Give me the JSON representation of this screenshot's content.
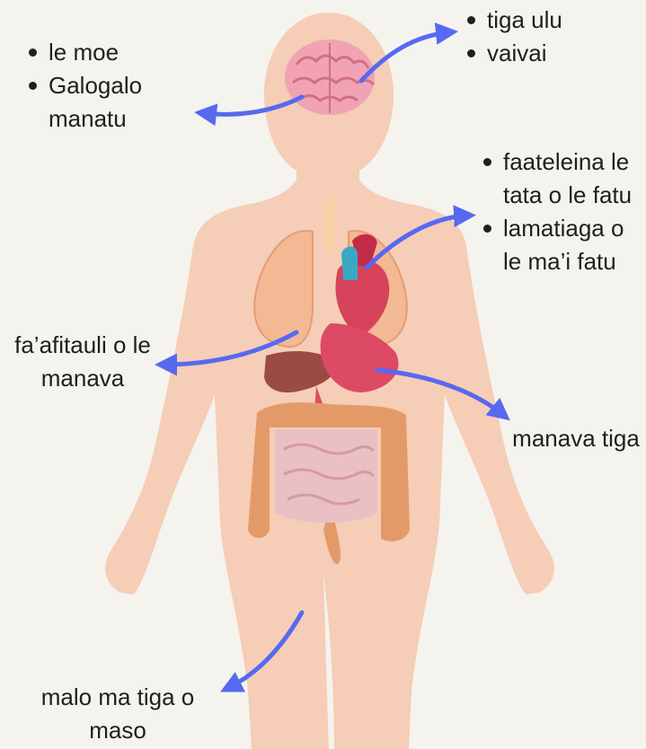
{
  "colors": {
    "background": "#f5f3ee",
    "skin": "#f6cdb6",
    "arrow": "#5669f0",
    "brain": "#f1a3b4",
    "heart": "#d6435a",
    "liver": "#9c4a44",
    "stomach": "#dd4a63",
    "intestine_large": "#e49a68",
    "intestine_small": "#e9c0c4",
    "lungs": "#f3b894",
    "vessel_blue": "#3aa8c4"
  },
  "labels": {
    "brain_left": [
      "le moe",
      "Galogalo manatu"
    ],
    "brain_right": [
      "tiga ulu",
      "vaivai"
    ],
    "heart": [
      "faateleina le tata o le fatu",
      "lamatiaga o le ma’i fatu"
    ],
    "lungs": "fa’afitauli o le manava",
    "stomach": "manava tiga",
    "legs": "malo ma tiga o maso"
  }
}
